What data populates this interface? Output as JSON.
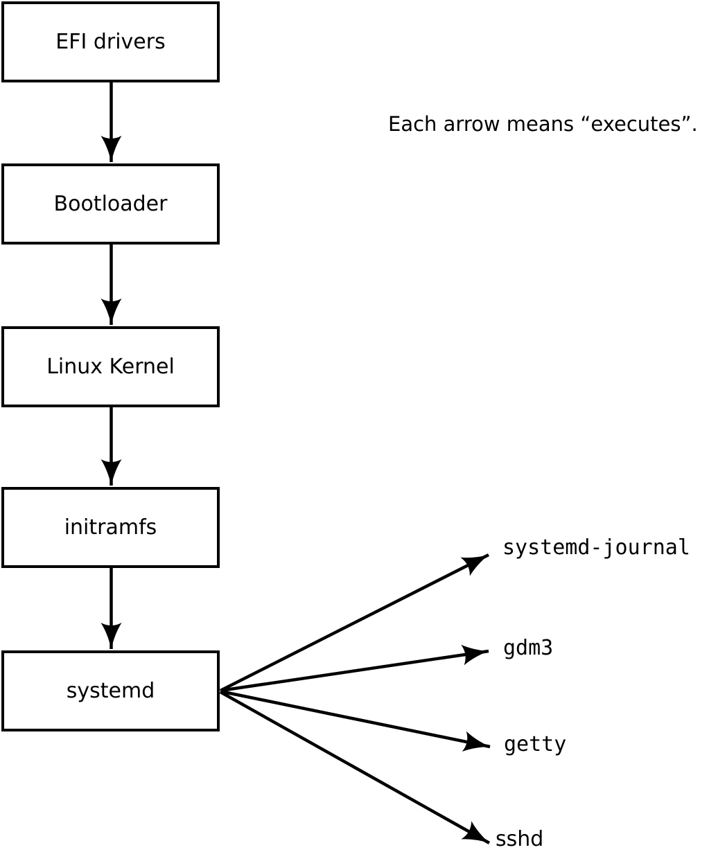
{
  "diagram": {
    "note": "Each arrow means “executes”.",
    "arrow_meaning": "executes",
    "chain_nodes": [
      {
        "id": "efi-drivers",
        "label": "EFI drivers"
      },
      {
        "id": "bootloader",
        "label": "Bootloader"
      },
      {
        "id": "linux-kernel",
        "label": "Linux Kernel"
      },
      {
        "id": "initramfs",
        "label": "initramfs"
      },
      {
        "id": "systemd",
        "label": "systemd"
      }
    ],
    "child_nodes": [
      {
        "id": "systemd-journal",
        "label": "systemd-journal"
      },
      {
        "id": "gdm3",
        "label": "gdm3"
      },
      {
        "id": "getty",
        "label": "getty"
      },
      {
        "id": "sshd",
        "label": "sshd"
      }
    ],
    "edges": [
      {
        "from": "EFI drivers",
        "to": "Bootloader"
      },
      {
        "from": "Bootloader",
        "to": "Linux Kernel"
      },
      {
        "from": "Linux Kernel",
        "to": "initramfs"
      },
      {
        "from": "initramfs",
        "to": "systemd"
      },
      {
        "from": "systemd",
        "to": "systemd-journal"
      },
      {
        "from": "systemd",
        "to": "gdm3"
      },
      {
        "from": "systemd",
        "to": "getty"
      },
      {
        "from": "systemd",
        "to": "sshd"
      }
    ],
    "colors": {
      "stroke": "#000000",
      "box_fill": "#ffffff",
      "text": "#000000",
      "background": "#ffffff"
    }
  }
}
